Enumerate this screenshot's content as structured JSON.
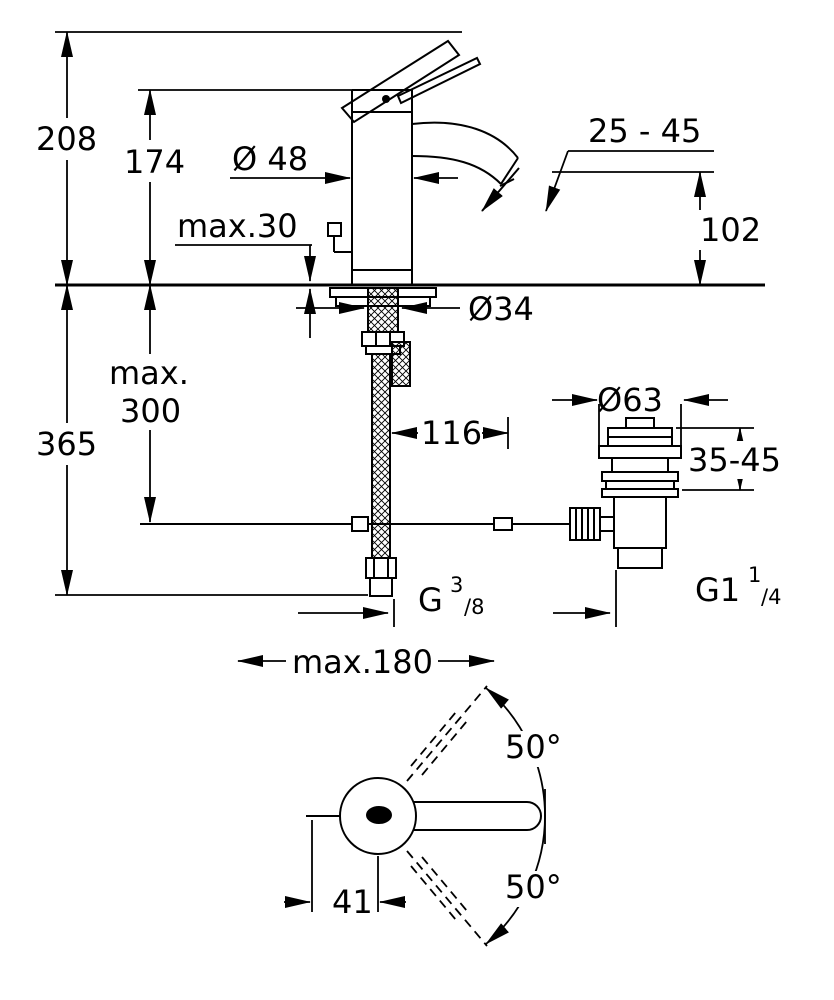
{
  "page": {
    "background": "#ffffff",
    "line_color": "#000000"
  },
  "labels": {
    "overall_height": "208",
    "body_height": "174",
    "body_diameter": "Ø 48",
    "spray_angle_range": "25 - 45",
    "max_deck_thickness": "max.30",
    "spout_outlet_height": "102",
    "mounting_hole_diameter": "Ø34",
    "hose_max_prefix": "max.",
    "hose_max_length": "300",
    "below_deck_depth": "365",
    "rod_horizontal_offset": "116",
    "waste_flange_diameter": "Ø63",
    "waste_deck_range": "35-45",
    "supply_thread": {
      "base": "G",
      "numerator": "3",
      "denominator": "/8"
    },
    "waste_thread": {
      "base": "G1",
      "numerator": "1",
      "denominator": "/4"
    },
    "rod_max_reach": "max.180",
    "handle_swivel_upper": "50°",
    "handle_swivel_lower": "50°",
    "spout_center_offset": "41"
  }
}
